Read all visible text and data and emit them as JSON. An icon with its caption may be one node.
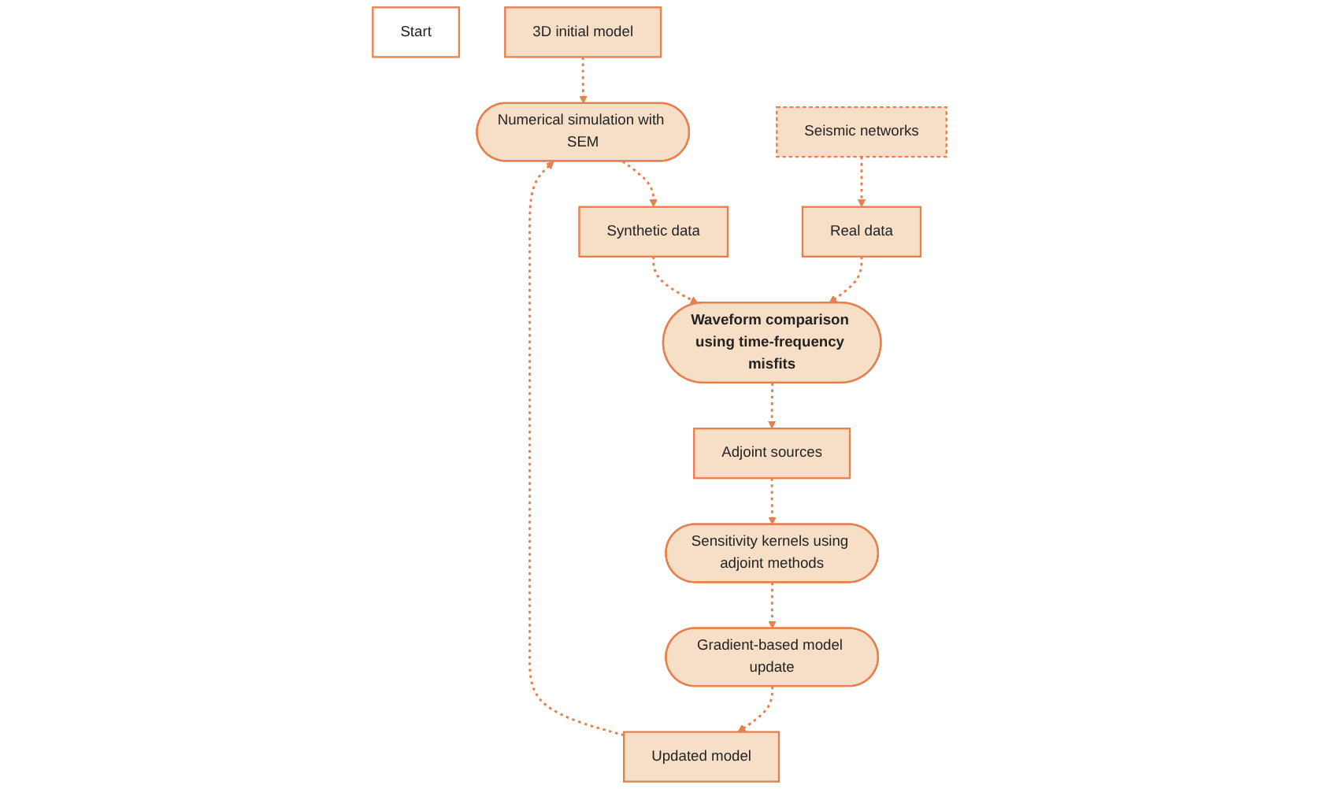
{
  "diagram": {
    "nodes": [
      {
        "text": [
          "Start"
        ]
      },
      {
        "text": [
          "3D initial model"
        ]
      },
      {
        "text": [
          "Numerical simulation with SEM"
        ]
      },
      {
        "text": [
          "Updated model"
        ]
      },
      {
        "text": [
          "Synthetic data"
        ]
      },
      {
        "text": [
          "Waveform comparison using time-frequency misfits"
        ]
      },
      {
        "text": [
          "Gradient-based model update"
        ]
      },
      {
        "text": [
          "Real data"
        ]
      },
      {
        "text": [
          "Seismic networks"
        ]
      },
      {
        "text": [
          "Adjoint sources"
        ]
      },
      {
        "text": [
          "Sensitivity kernels using adjoint methods"
        ]
      }
    ],
    "edges": [
      {
        "from": 1,
        "to": 2,
        "arrow": "to",
        "style": "dashed"
      },
      {
        "from": 3,
        "to": 2,
        "arrow": "to",
        "style": "dashed"
      },
      {
        "from": 2,
        "to": 4,
        "arrow": "to",
        "style": "dashed"
      },
      {
        "from": 4,
        "to": 5,
        "arrow": "to",
        "style": "dashed"
      },
      {
        "from": 7,
        "to": 5,
        "arrow": "to",
        "style": "dashed"
      },
      {
        "from": 8,
        "to": 7,
        "arrow": "to",
        "style": "dashed"
      },
      {
        "from": 5,
        "to": 9,
        "arrow": "to",
        "style": "dashed"
      },
      {
        "from": 9,
        "to": 10,
        "arrow": "to",
        "style": "dashed"
      },
      {
        "from": 10,
        "to": 6,
        "arrow": "to",
        "style": "dashed"
      },
      {
        "from": 6,
        "to": 3,
        "arrow": "to",
        "style": "dashed"
      }
    ]
  }
}
